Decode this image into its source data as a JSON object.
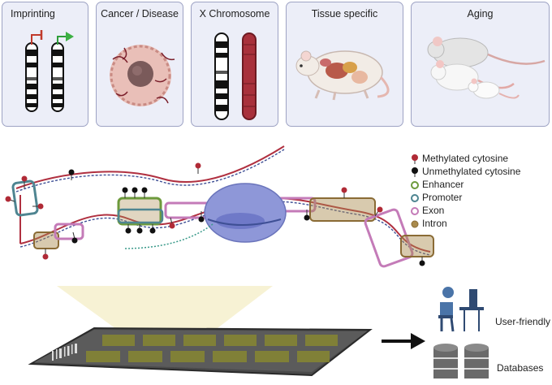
{
  "panels": {
    "imprinting": "Imprinting",
    "cancer": "Cancer / Disease",
    "x_chromosome": "X Chromosome",
    "tissue": "Tissue specific",
    "aging": "Aging"
  },
  "legend": [
    {
      "label": "Methylated cytosine",
      "color": "#b02a36",
      "icon": "lollipop-icon"
    },
    {
      "label": "Unmethylated cytosine",
      "color": "#111111",
      "icon": "lollipop-icon"
    },
    {
      "label": "Enhancer",
      "color": "#6d9a3c",
      "icon": "ring-icon"
    },
    {
      "label": "Promoter",
      "color": "#4e8591",
      "icon": "ring-icon"
    },
    {
      "label": "Exon",
      "color": "#c47bb8",
      "icon": "ring-icon"
    },
    {
      "label": "Intron",
      "color": "#a98a4c",
      "icon": "ring-icon"
    }
  ],
  "outputs": {
    "user_friendly": "User-friendly",
    "databases": "Databases"
  }
}
